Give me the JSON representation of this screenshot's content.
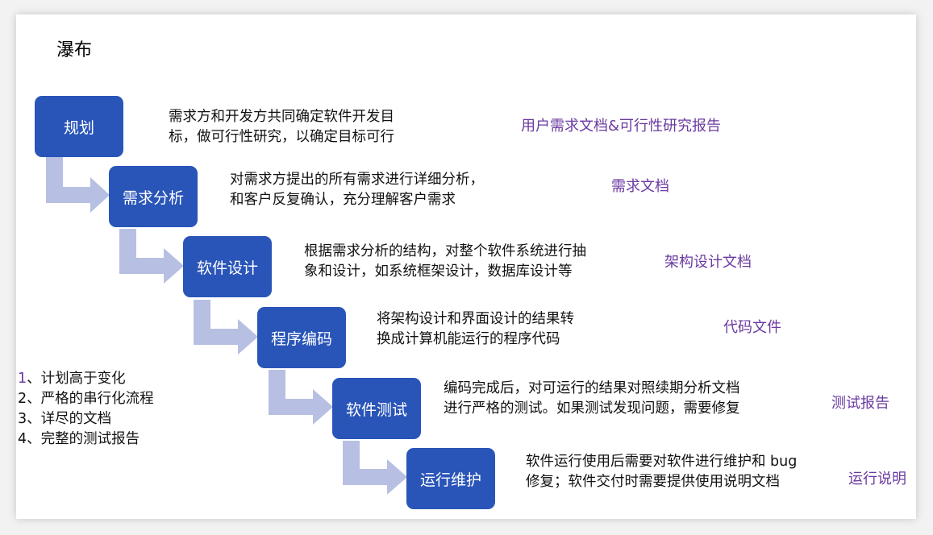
{
  "title": "瀑布",
  "phases": [
    {
      "name": "规划",
      "desc": [
        "需求方和开发方共同确定软件开发目",
        "标，做可行性研究，以确定目标可行"
      ],
      "doc": "用户需求文档&可行性研究报告"
    },
    {
      "name": "需求分析",
      "desc": [
        "对需求方提出的所有需求进行详细分析，",
        "和客户反复确认，充分理解客户需求"
      ],
      "doc": "需求文档"
    },
    {
      "name": "软件设计",
      "desc": [
        "根据需求分析的结构，对整个软件系统进行抽",
        "象和设计，如系统框架设计，数据库设计等"
      ],
      "doc": "架构设计文档"
    },
    {
      "name": "程序编码",
      "desc": [
        "将架构设计和界面设计的结果转",
        "换成计算机能运行的程序代码"
      ],
      "doc": "代码文件"
    },
    {
      "name": "软件测试",
      "desc": [
        "编码完成后，对可运行的结果对照续期分析文档",
        "进行严格的测试。如果测试发现问题，需要修复"
      ],
      "doc": "测试报告"
    },
    {
      "name": "运行维护",
      "desc": [
        "软件运行使用后需要对软件进行维护和 bug",
        "修复；软件交付时需要提供使用说明文档"
      ],
      "doc": "运行说明"
    }
  ],
  "notes": [
    {
      "num": "1",
      "text": "、计划高于变化"
    },
    {
      "num": "2",
      "text": "、严格的串行化流程"
    },
    {
      "num": "3",
      "text": "、详尽的文档"
    },
    {
      "num": "4",
      "text": "、完整的测试报告"
    }
  ],
  "colors": {
    "box": "#2a55b8",
    "arrow": "#b7c0e2",
    "doc": "#6a3aa0"
  }
}
